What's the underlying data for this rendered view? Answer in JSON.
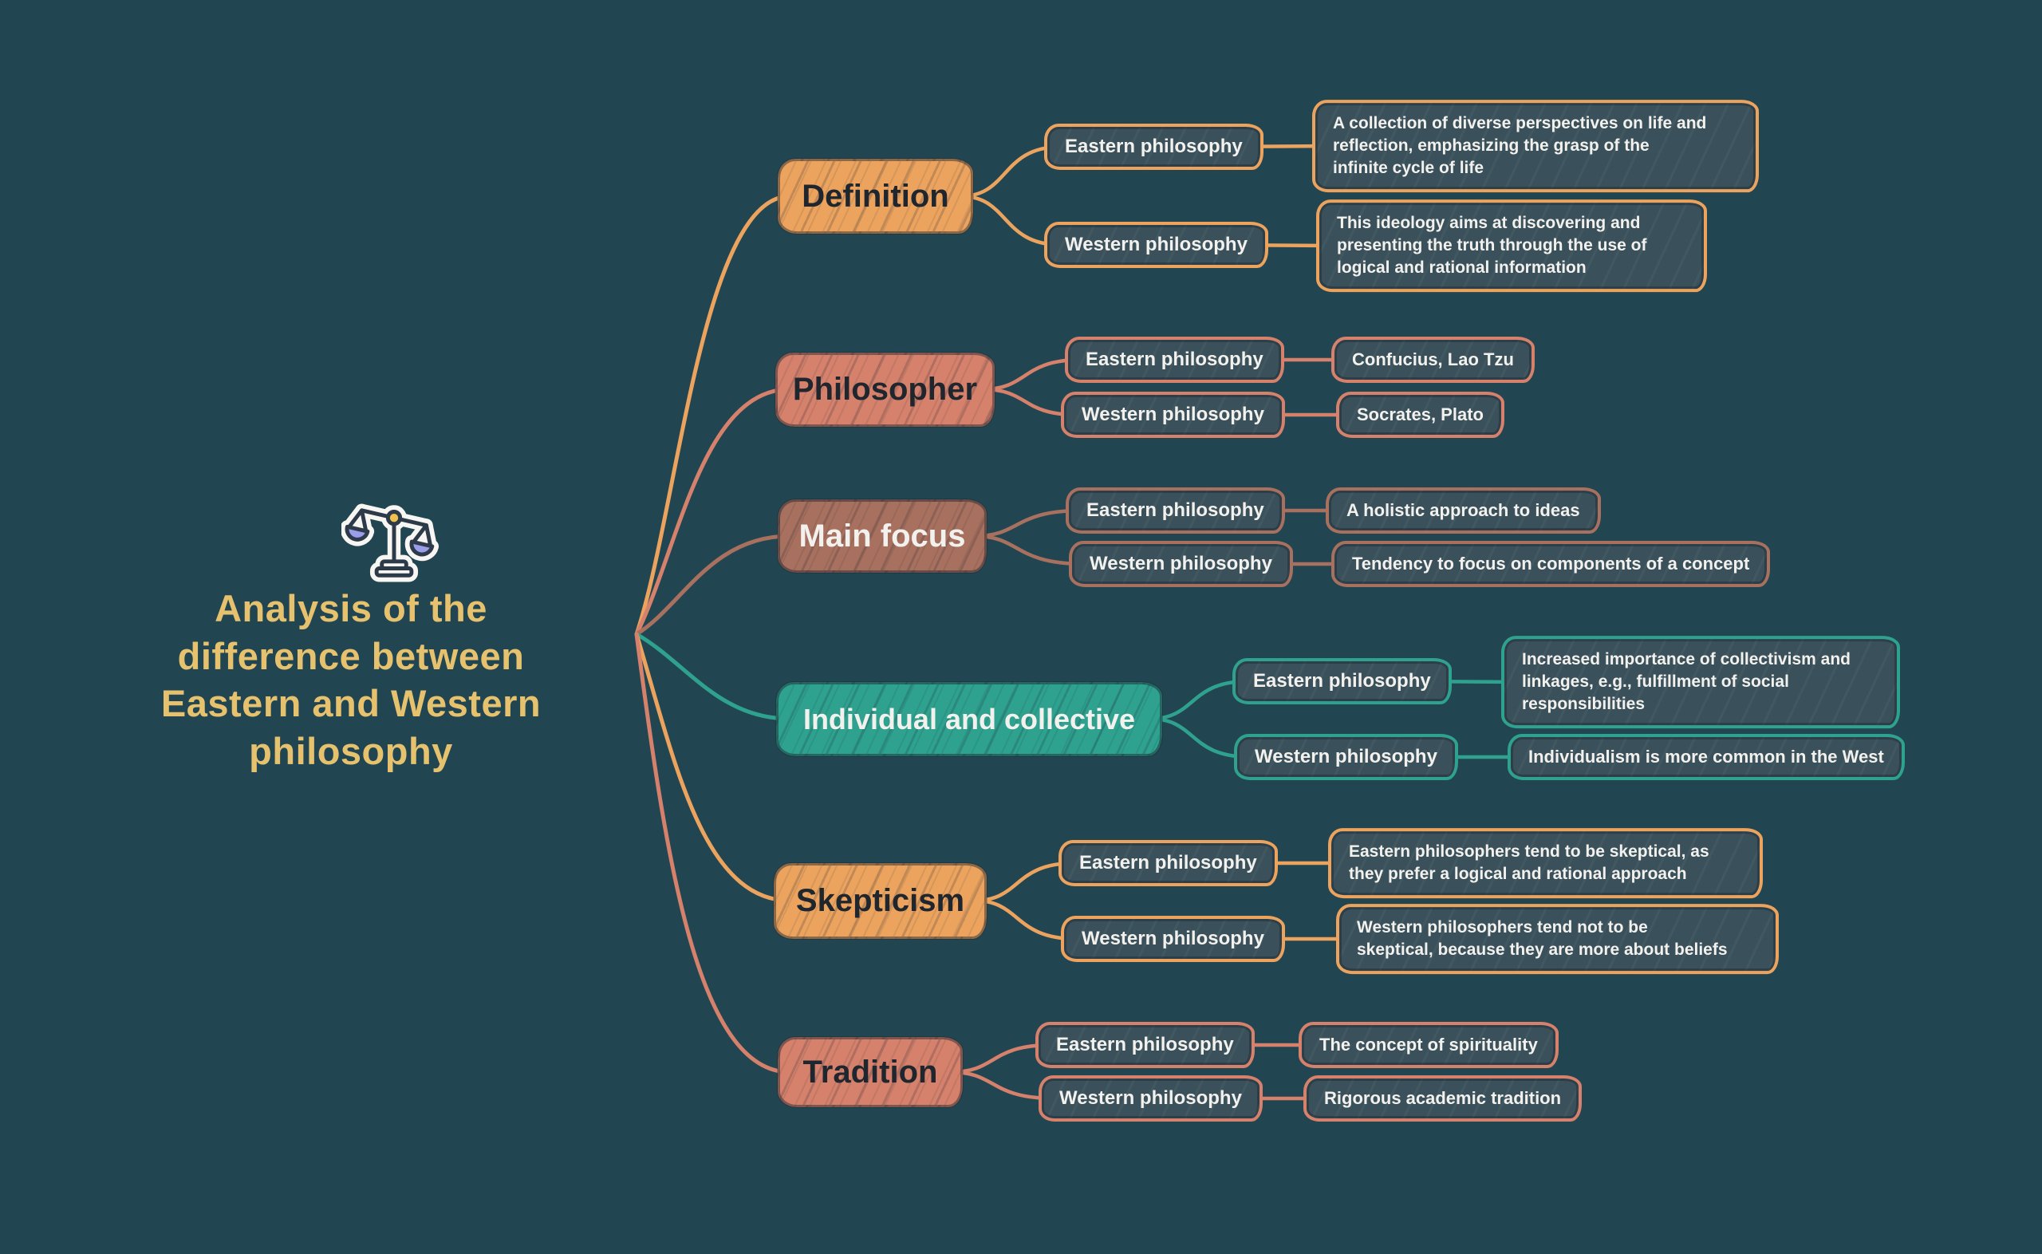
{
  "title": "Analysis of the difference between Eastern and Western philosophy",
  "center_icon": "balance-scale-icon",
  "colors": {
    "background": "#224552",
    "title_text": "#E6C26E",
    "box_fill": "#3A505A",
    "box_text": "#F2F1ED",
    "dark_label_text": "#20262E",
    "orange": "#EBA35E",
    "salmon": "#D5816B",
    "brown": "#A8705E",
    "teal": "#2EA28E",
    "icon_bowl": "#9B9CEA",
    "icon_pivot": "#EFC14D"
  },
  "branches": [
    {
      "label": "Definition",
      "color": "#EBA35E",
      "children": [
        {
          "label": "Eastern philosophy",
          "detail": "A collection of diverse perspectives on life and\nreflection, emphasizing the grasp of the\ninfinite cycle of life"
        },
        {
          "label": "Western philosophy",
          "detail": "This ideology aims at discovering and\npresenting the truth through the use of\nlogical and rational information"
        }
      ]
    },
    {
      "label": "Philosopher",
      "color": "#D5816B",
      "children": [
        {
          "label": "Eastern philosophy",
          "detail": "Confucius, Lao Tzu"
        },
        {
          "label": "Western philosophy",
          "detail": "Socrates, Plato"
        }
      ]
    },
    {
      "label": "Main focus",
      "color": "#A8705E",
      "children": [
        {
          "label": "Eastern philosophy",
          "detail": "A holistic approach to ideas"
        },
        {
          "label": "Western philosophy",
          "detail": "Tendency to focus on components of a concept"
        }
      ]
    },
    {
      "label": "Individual and collective",
      "color": "#2EA28E",
      "children": [
        {
          "label": "Eastern philosophy",
          "detail": "Increased importance of collectivism and\nlinkages, e.g., fulfillment of social\nresponsibilities"
        },
        {
          "label": "Western philosophy",
          "detail": "Individualism is more common in the West"
        }
      ]
    },
    {
      "label": "Skepticism",
      "color": "#EBA35E",
      "children": [
        {
          "label": "Eastern philosophy",
          "detail": "Eastern philosophers tend to be skeptical, as\nthey prefer a logical and rational approach"
        },
        {
          "label": "Western philosophy",
          "detail": "Western philosophers tend not to be\nskeptical, because they are more about beliefs"
        }
      ]
    },
    {
      "label": "Tradition",
      "color": "#D5816B",
      "children": [
        {
          "label": "Eastern philosophy",
          "detail": "The concept of spirituality"
        },
        {
          "label": "Western philosophy",
          "detail": "Rigorous academic tradition"
        }
      ]
    }
  ]
}
